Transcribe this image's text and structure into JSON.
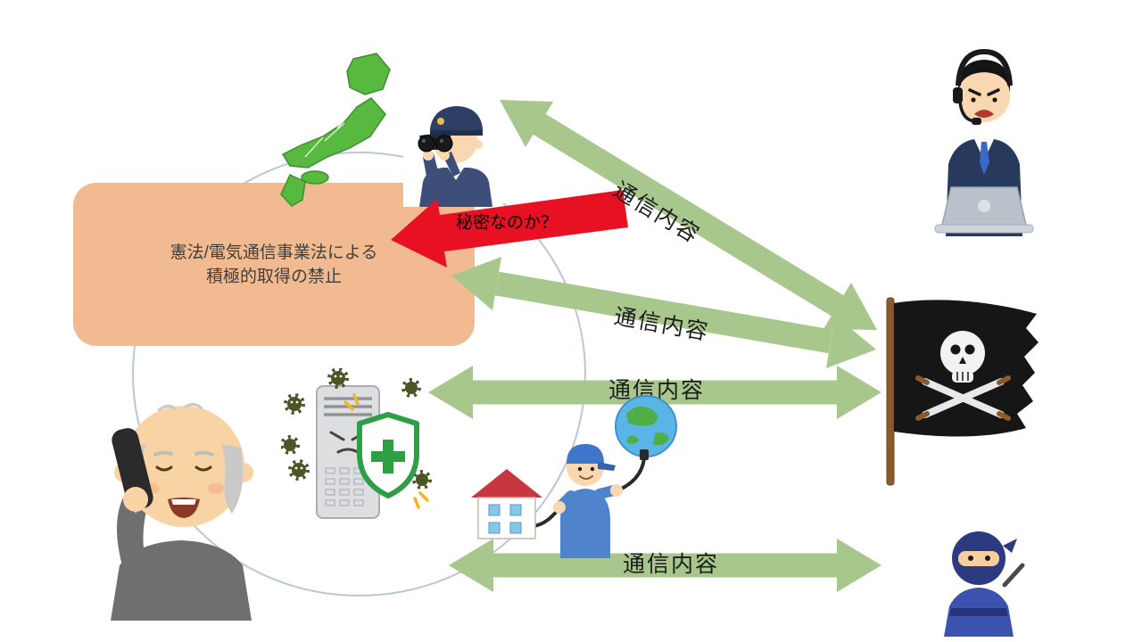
{
  "slide": {
    "background_color": "#ffffff",
    "law_box": {
      "line1": "憲法/電気通信事業法による",
      "line2": "積極的取得の禁止",
      "fill_color": "#f1ba90"
    },
    "secret_arrow": {
      "label": "秘密なのか？",
      "fill_color": "#e81123"
    },
    "comm_arrows": {
      "fill_color": "#a8c78c",
      "labels": [
        "通信内容",
        "通信内容",
        "通信内容",
        "通信内容"
      ]
    },
    "icons": [
      "japan-map-icon",
      "police-officer-binoculars-icon",
      "angry-operator-laptop-icon",
      "pirate-flag-icon",
      "ninja-icon",
      "elderly-man-phone-icon",
      "server-shield-virus-icon",
      "internet-installer-icon",
      "network-circle"
    ]
  }
}
